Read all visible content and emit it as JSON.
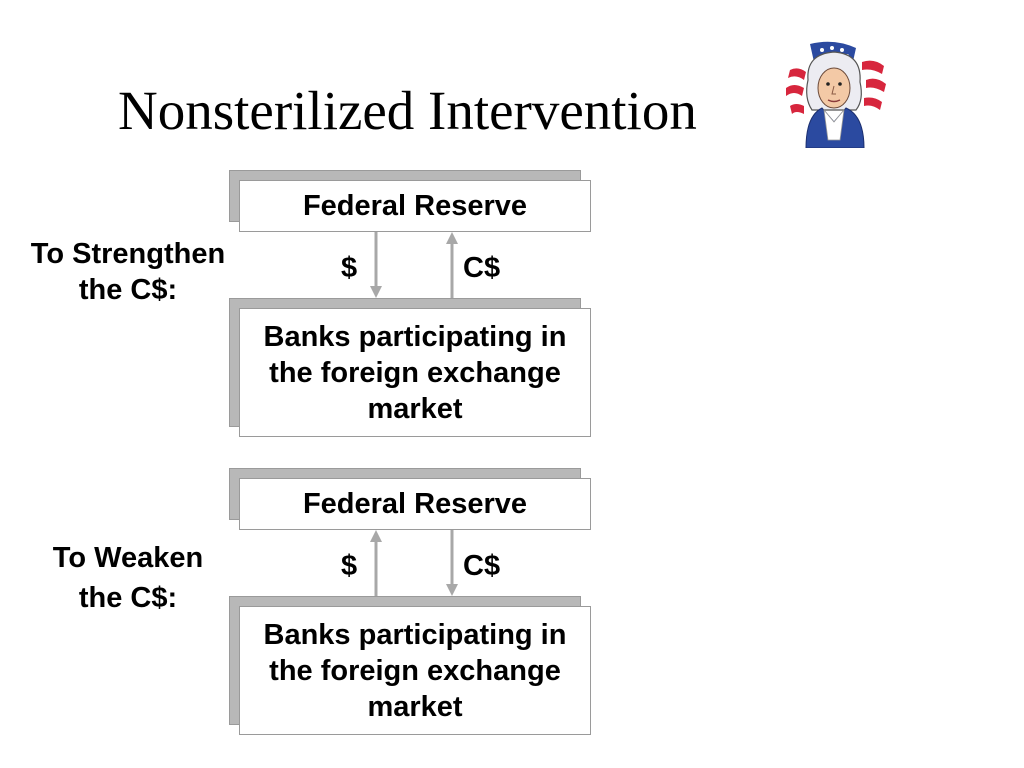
{
  "title": "Nonsterilized Intervention",
  "icon": "george-washington-flag-icon",
  "colors": {
    "box_border": "#9a9a9a",
    "box_shadow": "#b8b8b8",
    "arrow": "#a8a8a8",
    "flag_red": "#d7263d",
    "flag_blue": "#2b4aa0"
  },
  "strengthen": {
    "label": "To Strengthen the C$:",
    "top_box": "Federal Reserve",
    "bottom_box": "Banks participating in the foreign exchange market",
    "left_flow": "$",
    "right_flow": "C$",
    "left_arrow_direction": "down",
    "right_arrow_direction": "up"
  },
  "weaken": {
    "label": "To Weaken the C$:",
    "top_box": "Federal Reserve",
    "bottom_box": "Banks participating in the foreign exchange market",
    "left_flow": "$",
    "right_flow": "C$",
    "left_arrow_direction": "up",
    "right_arrow_direction": "down"
  }
}
